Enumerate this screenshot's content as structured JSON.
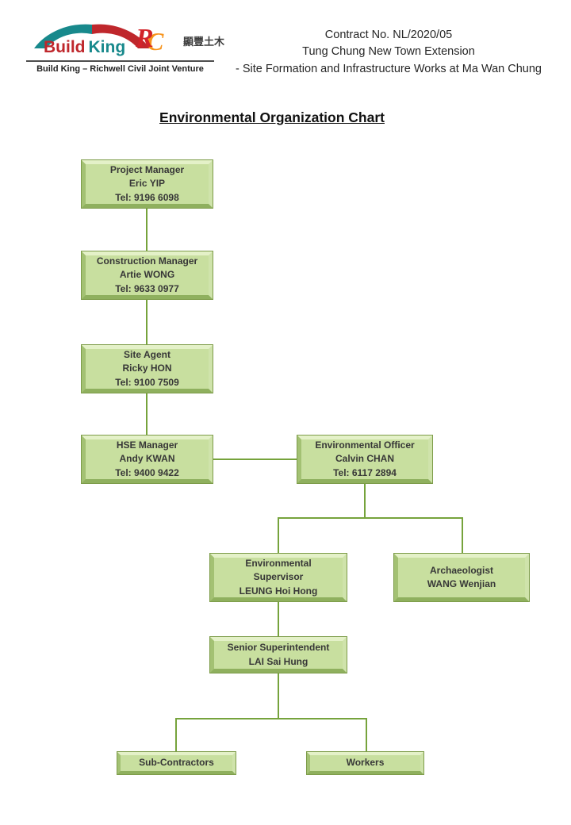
{
  "header": {
    "logo": {
      "brand_build": "Build",
      "brand_king": "King",
      "rc_r": "R",
      "rc_c": "C",
      "rc_chinese": "顯豐土木",
      "tagline": "Build King – Richwell Civil Joint Venture"
    },
    "contract_lines": [
      "Contract No. NL/2020/05",
      "Tung Chung New Town Extension",
      "- Site Formation and Infrastructure Works at Ma Wan Chung"
    ]
  },
  "title": "Environmental Organization Chart",
  "org_chart": {
    "nodes": [
      {
        "id": "project-manager",
        "lines": [
          "Project Manager",
          "Eric YIP",
          "Tel: 9196 6098"
        ]
      },
      {
        "id": "construction-manager",
        "lines": [
          "Construction Manager",
          "Artie WONG",
          "Tel: 9633 0977"
        ]
      },
      {
        "id": "site-agent",
        "lines": [
          "Site Agent",
          "Ricky HON",
          "Tel: 9100 7509"
        ]
      },
      {
        "id": "hse-manager",
        "lines": [
          "HSE Manager",
          "Andy KWAN",
          "Tel: 9400 9422"
        ]
      },
      {
        "id": "environmental-officer",
        "lines": [
          "Environmental Officer",
          "Calvin CHAN",
          "Tel: 6117 2894"
        ]
      },
      {
        "id": "environmental-supervisor",
        "lines": [
          "Environmental",
          "Supervisor",
          "LEUNG Hoi Hong"
        ]
      },
      {
        "id": "archaeologist",
        "lines": [
          "Archaeologist",
          "WANG Wenjian"
        ]
      },
      {
        "id": "senior-superintendent",
        "lines": [
          "Senior Superintendent",
          "LAI Sai Hung"
        ]
      },
      {
        "id": "sub-contractors",
        "lines": [
          "Sub-Contractors"
        ]
      },
      {
        "id": "workers",
        "lines": [
          "Workers"
        ]
      }
    ]
  },
  "colors": {
    "node_fill": "#c8df9f",
    "node_outline": "#7d9c49",
    "connector": "#76a33c",
    "brand_teal": "#18898c",
    "brand_red": "#bf272c",
    "rc_orange": "#f7941d"
  }
}
